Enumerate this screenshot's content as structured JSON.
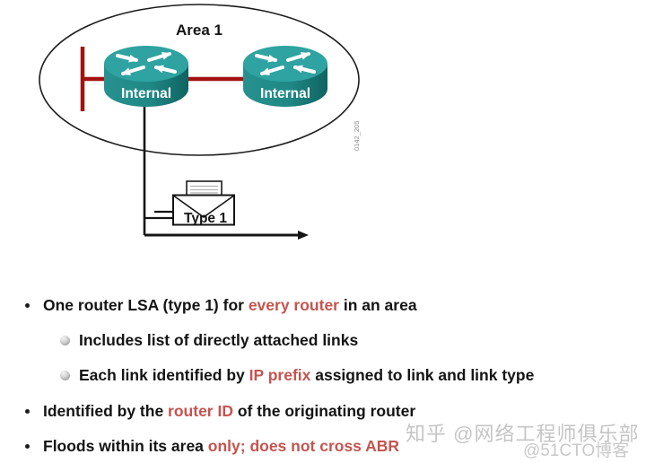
{
  "slide": {
    "area_label": "Area 1",
    "routers": [
      {
        "label": "Internal"
      },
      {
        "label": "Internal"
      }
    ],
    "packet_label": "Type 1",
    "figure_code": "0142_205"
  },
  "bullets": [
    {
      "level": 1,
      "segments": [
        {
          "text": "One router LSA (type 1) for "
        },
        {
          "text": "every router",
          "highlight": true
        },
        {
          "text": " in an area"
        }
      ]
    },
    {
      "level": 2,
      "segments": [
        {
          "text": "Includes list of directly attached links"
        }
      ]
    },
    {
      "level": 2,
      "segments": [
        {
          "text": "Each link identified by "
        },
        {
          "text": "IP prefix",
          "highlight": true
        },
        {
          "text": " assigned to link and link type"
        }
      ]
    },
    {
      "level": 1,
      "segments": [
        {
          "text": "Identified by the "
        },
        {
          "text": "router ID",
          "highlight": true
        },
        {
          "text": " of the originating router"
        }
      ]
    },
    {
      "level": 1,
      "segments": [
        {
          "text": "Floods within its area "
        },
        {
          "text": "only; does not cross ABR",
          "highlight": true
        }
      ]
    }
  ],
  "watermarks": {
    "zhihu": "知乎 @网络工程师俱乐部",
    "cto51": "@51CTO博客"
  },
  "colors": {
    "highlight_red": "#C4544F",
    "link_red": "#A31212",
    "router_teal_top": "#2EA3A1",
    "router_teal_body": "#1F8885"
  }
}
